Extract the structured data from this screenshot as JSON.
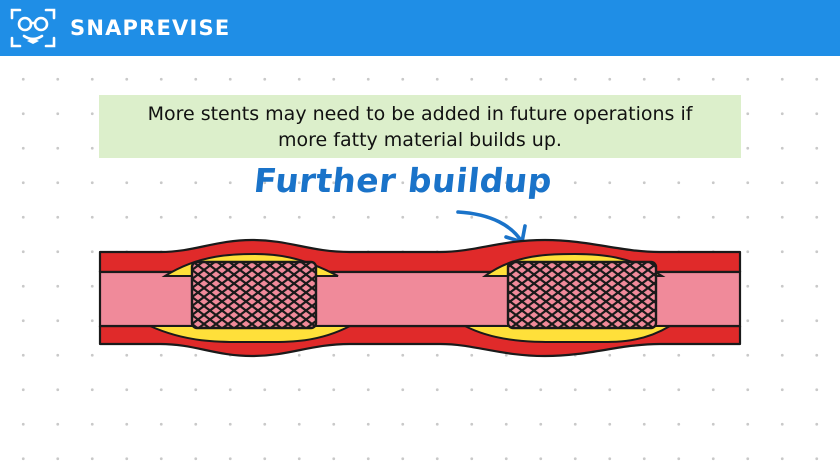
{
  "header": {
    "brand": "SNAPREVISE",
    "logo_icon": "glasses-face-icon",
    "background": "#1f8ee6"
  },
  "caption": {
    "line1": "More stents may need to be added in future operations if",
    "line2": "more fatty material builds up."
  },
  "annotation": {
    "label": "Further buildup",
    "arrow_icon": "curved-arrow-icon",
    "color": "#1a73c9"
  },
  "diagram": {
    "artery_wall_color": "#e02a2a",
    "lumen_color": "#f08a9a",
    "fatty_deposit_color": "#ffe03a",
    "stent_count": 2,
    "stent_icon": "mesh-stent-icon"
  }
}
